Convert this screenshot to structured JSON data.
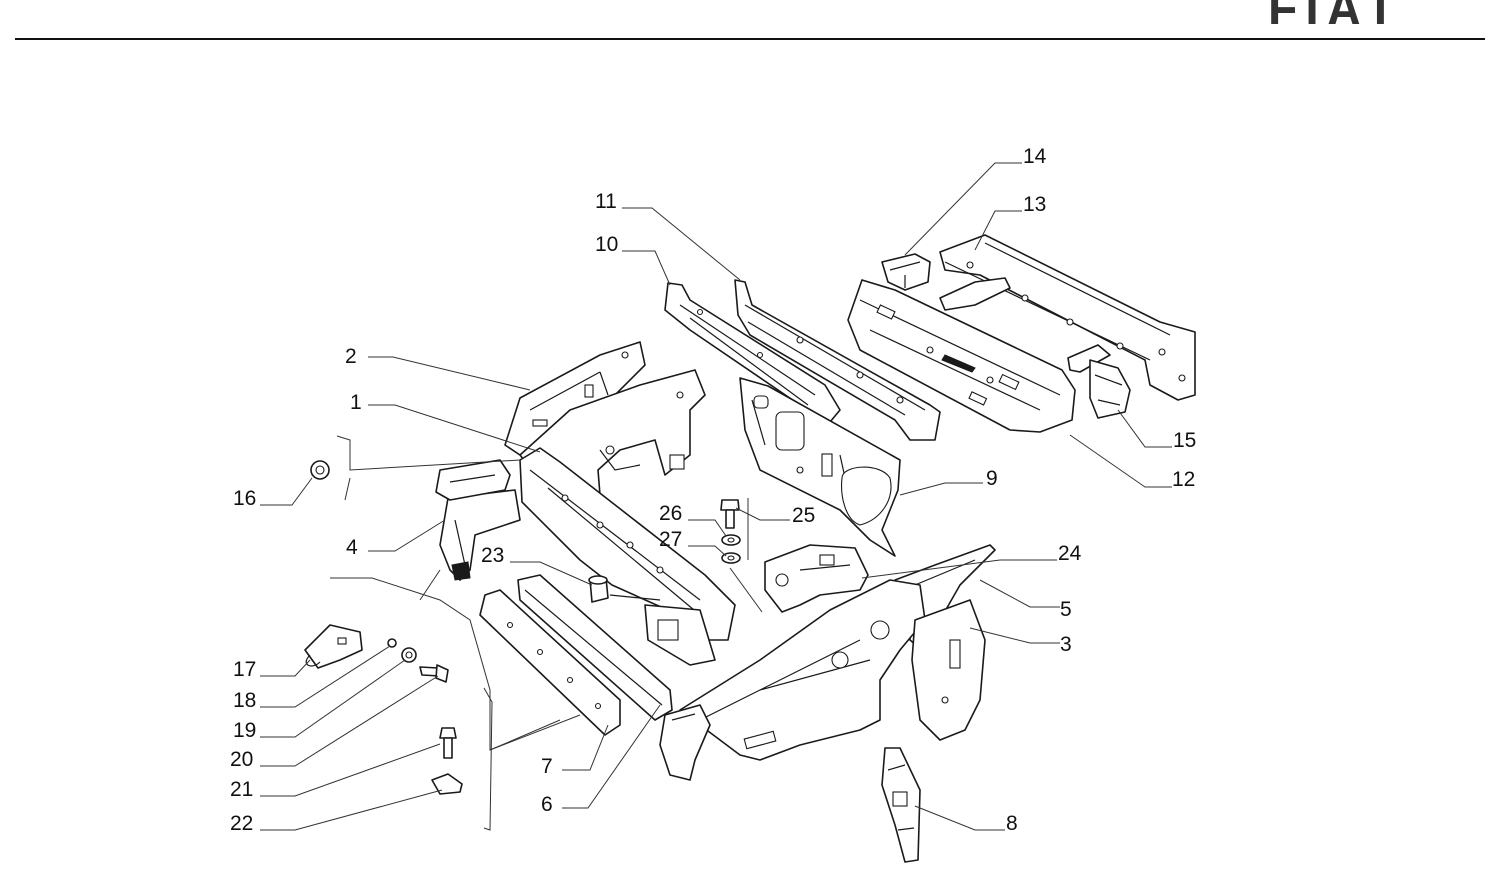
{
  "header": {
    "logo_text": "FIAT"
  },
  "callouts": [
    "1",
    "2",
    "3",
    "4",
    "5",
    "6",
    "7",
    "8",
    "9",
    "10",
    "11",
    "12",
    "13",
    "14",
    "15",
    "16",
    "17",
    "18",
    "19",
    "20",
    "21",
    "22",
    "23",
    "24",
    "25",
    "26",
    "27"
  ]
}
